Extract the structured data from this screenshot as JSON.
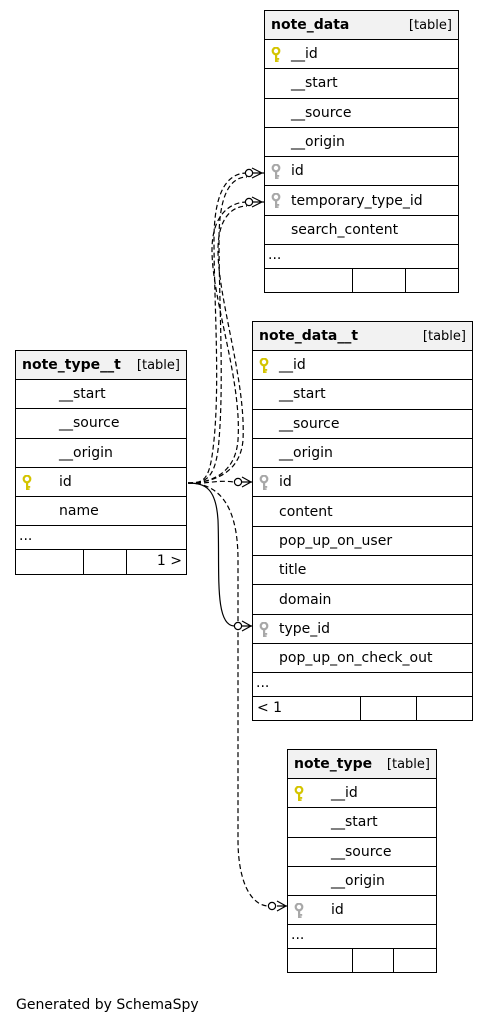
{
  "footer": "Generated by SchemaSpy",
  "colors": {
    "primary_key": "#d4c400",
    "foreign_key": "#a8a8a8",
    "header_bg": "#f2f2f2"
  },
  "icons": {
    "primary_key": "key-icon",
    "foreign_key": "key-icon"
  },
  "tables": {
    "note_data": {
      "name": "note_data",
      "type": "[table]",
      "columns": [
        {
          "name": "__id",
          "key": "primary"
        },
        {
          "name": "__start",
          "key": ""
        },
        {
          "name": "__source",
          "key": ""
        },
        {
          "name": "__origin",
          "key": ""
        },
        {
          "name": "id",
          "key": "foreign"
        },
        {
          "name": "temporary_type_id",
          "key": "foreign"
        },
        {
          "name": "search_content",
          "key": ""
        }
      ],
      "more": "...",
      "footer": [
        "",
        "",
        ""
      ]
    },
    "note_data__t": {
      "name": "note_data__t",
      "type": "[table]",
      "columns": [
        {
          "name": "__id",
          "key": "primary"
        },
        {
          "name": "__start",
          "key": ""
        },
        {
          "name": "__source",
          "key": ""
        },
        {
          "name": "__origin",
          "key": ""
        },
        {
          "name": "id",
          "key": "foreign"
        },
        {
          "name": "content",
          "key": ""
        },
        {
          "name": "pop_up_on_user",
          "key": ""
        },
        {
          "name": "title",
          "key": ""
        },
        {
          "name": "domain",
          "key": ""
        },
        {
          "name": "type_id",
          "key": "foreign"
        },
        {
          "name": "pop_up_on_check_out",
          "key": ""
        }
      ],
      "more": "...",
      "footer": [
        "< 1",
        "",
        ""
      ]
    },
    "note_type__t": {
      "name": "note_type__t",
      "type": "[table]",
      "columns": [
        {
          "name": "__start",
          "key": ""
        },
        {
          "name": "__source",
          "key": ""
        },
        {
          "name": "__origin",
          "key": ""
        },
        {
          "name": "id",
          "key": "primary"
        },
        {
          "name": "name",
          "key": ""
        }
      ],
      "more": "...",
      "footer": [
        "",
        "",
        "1 >"
      ]
    },
    "note_type": {
      "name": "note_type",
      "type": "[table]",
      "columns": [
        {
          "name": "__id",
          "key": "primary"
        },
        {
          "name": "__start",
          "key": ""
        },
        {
          "name": "__source",
          "key": ""
        },
        {
          "name": "__origin",
          "key": ""
        },
        {
          "name": "id",
          "key": "foreign"
        }
      ],
      "more": "...",
      "footer": [
        "",
        "",
        ""
      ]
    }
  },
  "relationships": [
    {
      "from": "note_type__t.id",
      "to": "note_data.id",
      "style": "dashed"
    },
    {
      "from": "note_type__t.id",
      "to": "note_data.temporary_type_id",
      "style": "dashed"
    },
    {
      "from": "note_type__t.id",
      "to": "note_data__t.id",
      "style": "dashed"
    },
    {
      "from": "note_type__t.id",
      "to": "note_data__t.type_id",
      "style": "solid"
    },
    {
      "from": "note_type__t.id",
      "to": "note_type.id",
      "style": "dashed"
    }
  ]
}
